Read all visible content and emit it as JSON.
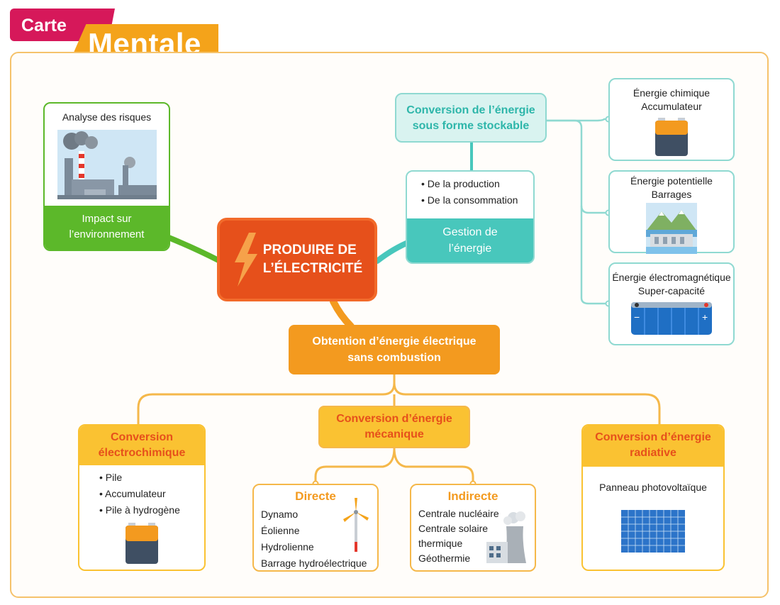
{
  "header": {
    "carte": "Carte",
    "mentale": "Mentale"
  },
  "center": {
    "title": "PRODUIRE DE\nL’ÉLECTRICITÉ",
    "icon": "lightning-bolt-icon"
  },
  "environment": {
    "caption": "Analyse des risques",
    "title": "Impact sur\nl’environnement",
    "image": "factory-icon"
  },
  "gestion": {
    "items": [
      "De la production",
      "De la consommation"
    ],
    "title": "Gestion de\nl’énergie"
  },
  "stockage": {
    "title": "Conversion de l’énergie\nsous forme stockable",
    "cards": [
      {
        "line1": "Énergie chimique",
        "line2": "Accumulateur",
        "image": "battery-icon"
      },
      {
        "line1": "Énergie potentielle",
        "line2": "Barrages",
        "image": "dam-icon"
      },
      {
        "line1": "Énergie électromagnétique",
        "line2": "Super-capacité",
        "image": "supercapacitor-icon"
      }
    ]
  },
  "obtention": {
    "title": "Obtention d’énergie électrique\nsans combustion"
  },
  "electrochimique": {
    "title": "Conversion\nélectrochimique",
    "items": [
      "Pile",
      "Accumulateur",
      "Pile à hydrogène"
    ],
    "image": "battery-icon"
  },
  "mecanique": {
    "title": "Conversion d’énergie\nmécanique",
    "directe": {
      "title": "Directe",
      "items": [
        "Dynamo",
        "Éolienne",
        "Hydrolienne",
        "Barrage hydroélectrique"
      ],
      "image": "wind-turbine-icon"
    },
    "indirecte": {
      "title": "Indirecte",
      "items": [
        "Centrale nucléaire",
        "Centrale solaire",
        "thermique",
        "Géothermie"
      ],
      "image": "power-plant-icon"
    }
  },
  "radiative": {
    "title": "Conversion d’énergie\nradiative",
    "label": "Panneau photovoltaïque",
    "image": "solar-panel-icon"
  },
  "colors": {
    "green": "#5cb82a",
    "teal": "#48c7bc",
    "tealBorder": "#8fd9d1",
    "orange": "#f39a1f",
    "yellow": "#fac232",
    "red": "#e6501b",
    "magenta": "#d6185a"
  }
}
